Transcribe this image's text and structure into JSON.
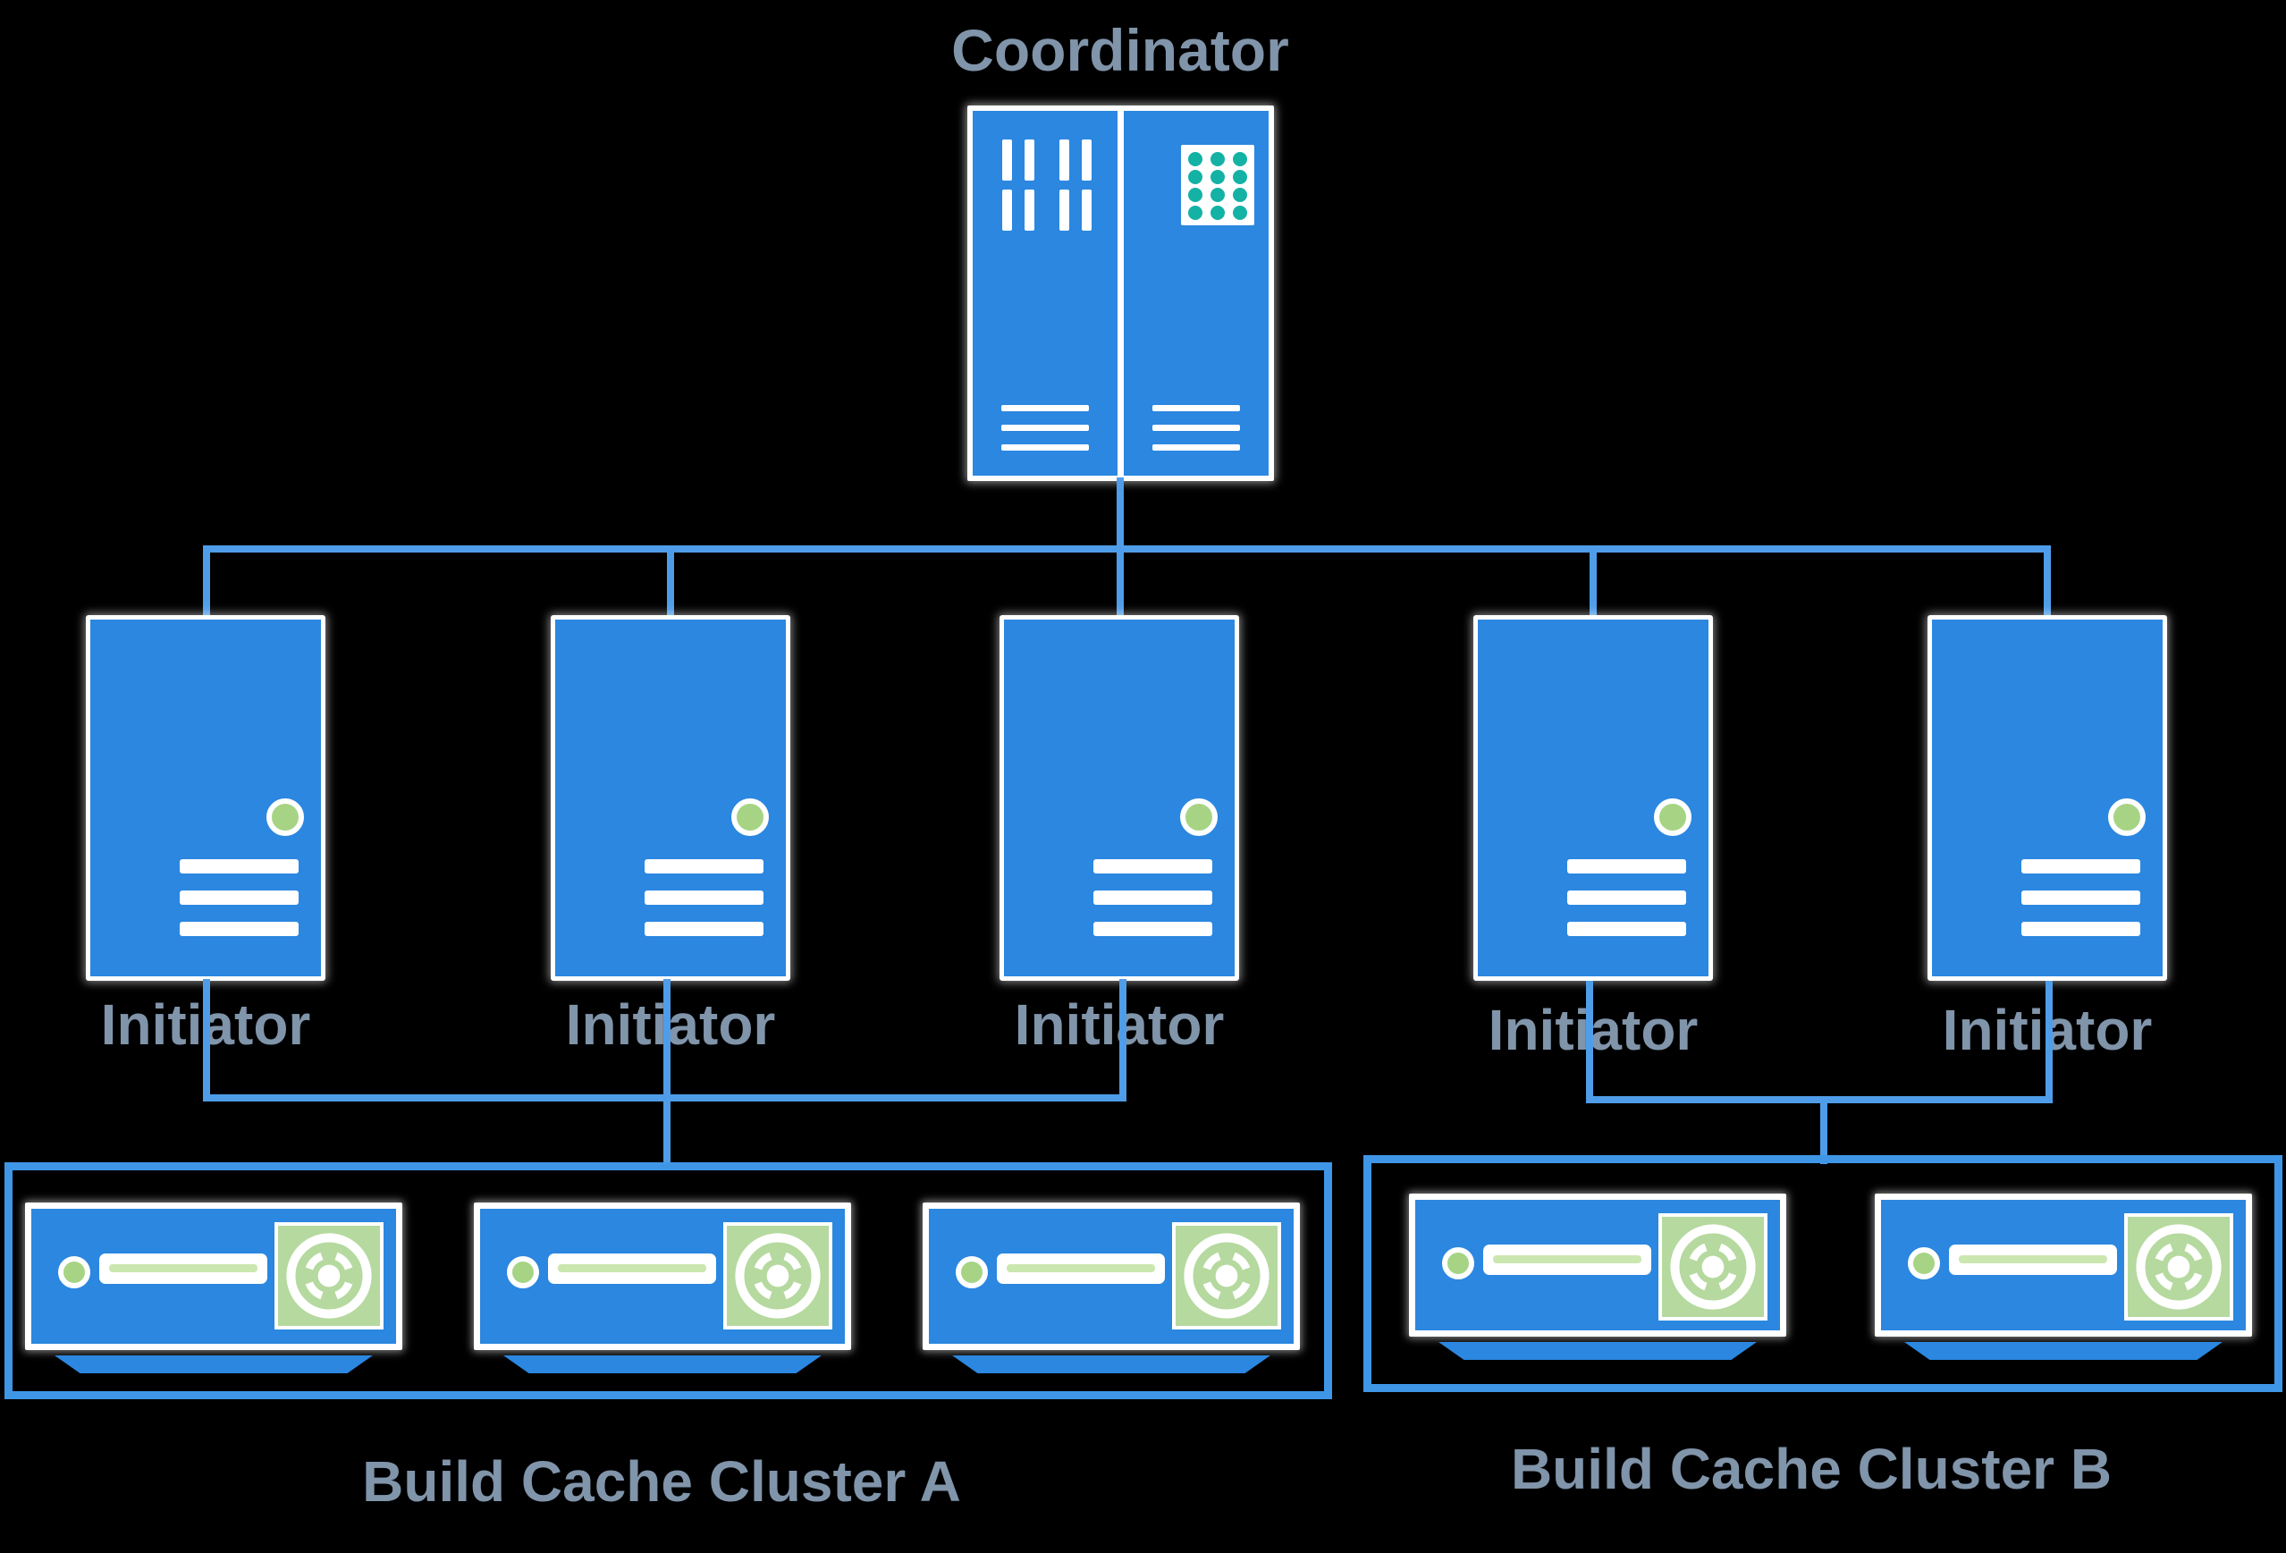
{
  "coordinator": {
    "label": "Coordinator",
    "icon": "server-rack-icon"
  },
  "initiators": [
    {
      "label": "Initiator",
      "icon": "server-tower-icon"
    },
    {
      "label": "Initiator",
      "icon": "server-tower-icon"
    },
    {
      "label": "Initiator",
      "icon": "server-tower-icon"
    },
    {
      "label": "Initiator",
      "icon": "server-tower-icon"
    },
    {
      "label": "Initiator",
      "icon": "server-tower-icon"
    }
  ],
  "clusters": [
    {
      "label": "Build Cache Cluster A",
      "device_count": 3,
      "device_icon": "cache-appliance-icon"
    },
    {
      "label": "Build Cache Cluster B",
      "device_count": 2,
      "device_icon": "cache-appliance-icon"
    }
  ],
  "icons": {
    "coordinator_left_panel": "vent-slots-icon",
    "coordinator_right_panel": "memory-grid-icon",
    "tower_status": "led-icon",
    "device_status": "led-icon",
    "device_cooler": "fan-icon"
  },
  "colors": {
    "background": "#000000",
    "node_blue": "#2B87E0",
    "connector_blue": "#4F9DE8",
    "cluster_border_blue": "#3F96E6",
    "label_slate": "#8094AA",
    "led_green": "#A6D484",
    "fan_green": "#B5D99E",
    "slider_green": "#CBE7B0",
    "memory_teal": "#14B2A5"
  }
}
